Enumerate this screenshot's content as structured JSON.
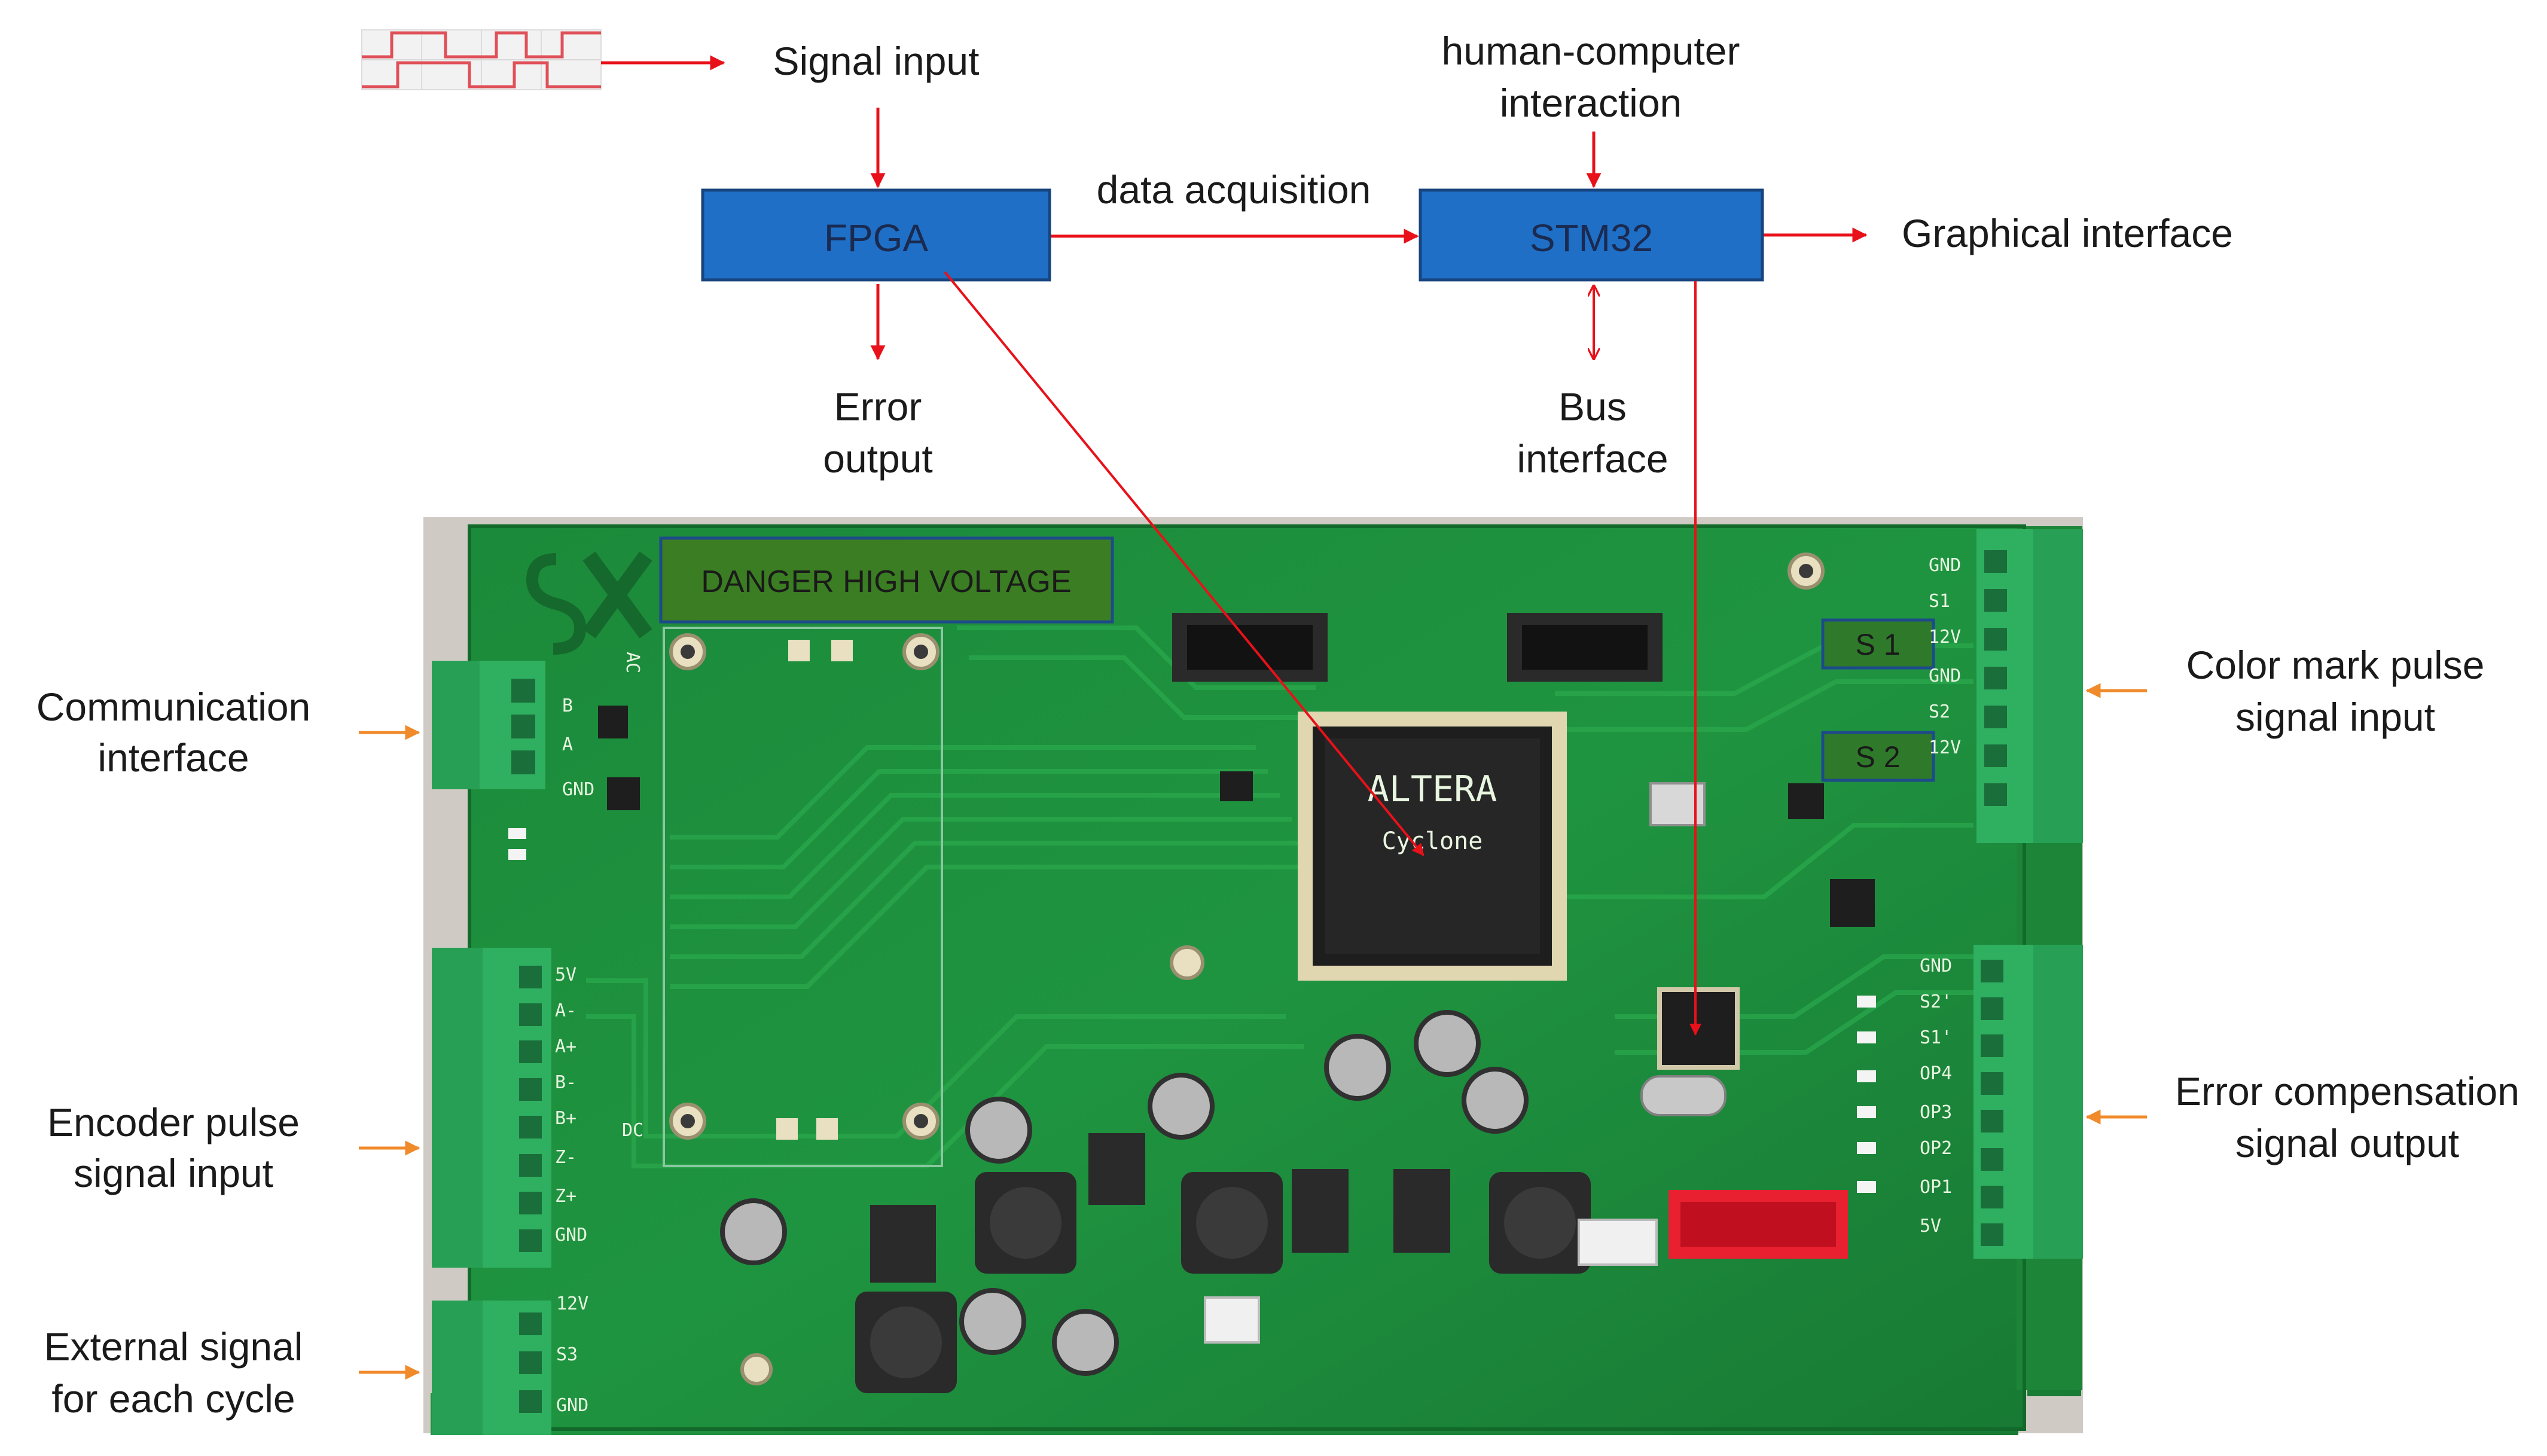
{
  "diagram": {
    "labels": {
      "signal_input": "Signal input",
      "human_computer_line1": "human-computer",
      "human_computer_line2": "interaction",
      "data_acquisition": "data acquisition",
      "graphical_interface": "Graphical interface",
      "error_output_line1": "Error",
      "error_output_line2": "output",
      "bus_interface_line1": "Bus",
      "bus_interface_line2": "interface"
    },
    "blocks": {
      "fpga": "FPGA",
      "stm32": "STM32"
    },
    "board_tags": {
      "danger": "DANGER HIGH VOLTAGE",
      "s1": "S 1",
      "s2": "S 2"
    },
    "side_labels": {
      "communication_line1": "Communication",
      "communication_line2": "interface",
      "encoder_line1": "Encoder pulse",
      "encoder_line2": "signal input",
      "external_line1": "External signal",
      "external_line2": "for each cycle",
      "color_mark_line1": "Color mark pulse",
      "color_mark_line2": "signal input",
      "error_comp_line1": "Error compensation",
      "error_comp_line2": "signal output"
    },
    "colors": {
      "block_fill": "#1f6fc6",
      "block_stroke": "#17457f",
      "arrow_red": "#e8111a",
      "arrow_orange": "#f08a2a",
      "pcb_green": "#1e8f3e",
      "tag_green": "#3a7d22",
      "connector_green": "#2fb060"
    }
  }
}
